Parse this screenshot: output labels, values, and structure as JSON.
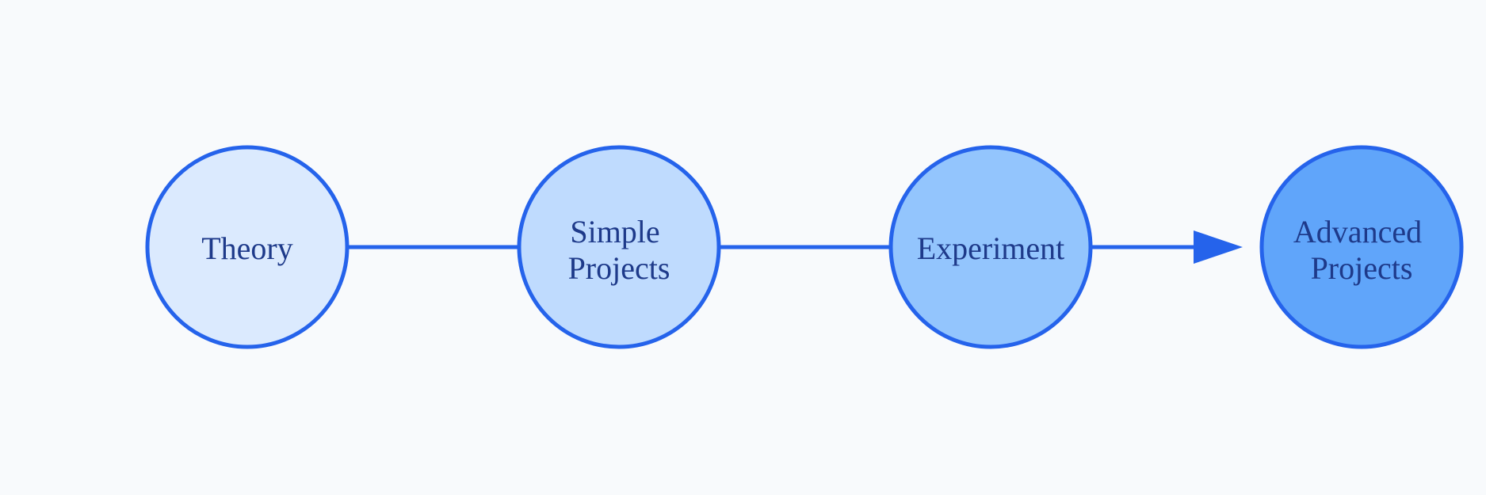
{
  "diagram": {
    "type": "linear-flow",
    "colors": {
      "background": "#f8fafc",
      "stroke": "#2563eb",
      "text": "#1e3a8a"
    },
    "nodes": [
      {
        "label_lines": [
          "Theory"
        ],
        "fill": "#dbeafe"
      },
      {
        "label_lines": [
          "Simple",
          "Projects"
        ],
        "fill": "#bfdbfe"
      },
      {
        "label_lines": [
          "Experiment"
        ],
        "fill": "#93c5fd"
      },
      {
        "label_lines": [
          "Advanced",
          "Projects"
        ],
        "fill": "#60a5fa"
      }
    ],
    "edges": [
      {
        "from": 0,
        "to": 1,
        "arrow": false
      },
      {
        "from": 1,
        "to": 2,
        "arrow": false
      },
      {
        "from": 2,
        "to": 3,
        "arrow": true
      }
    ]
  }
}
